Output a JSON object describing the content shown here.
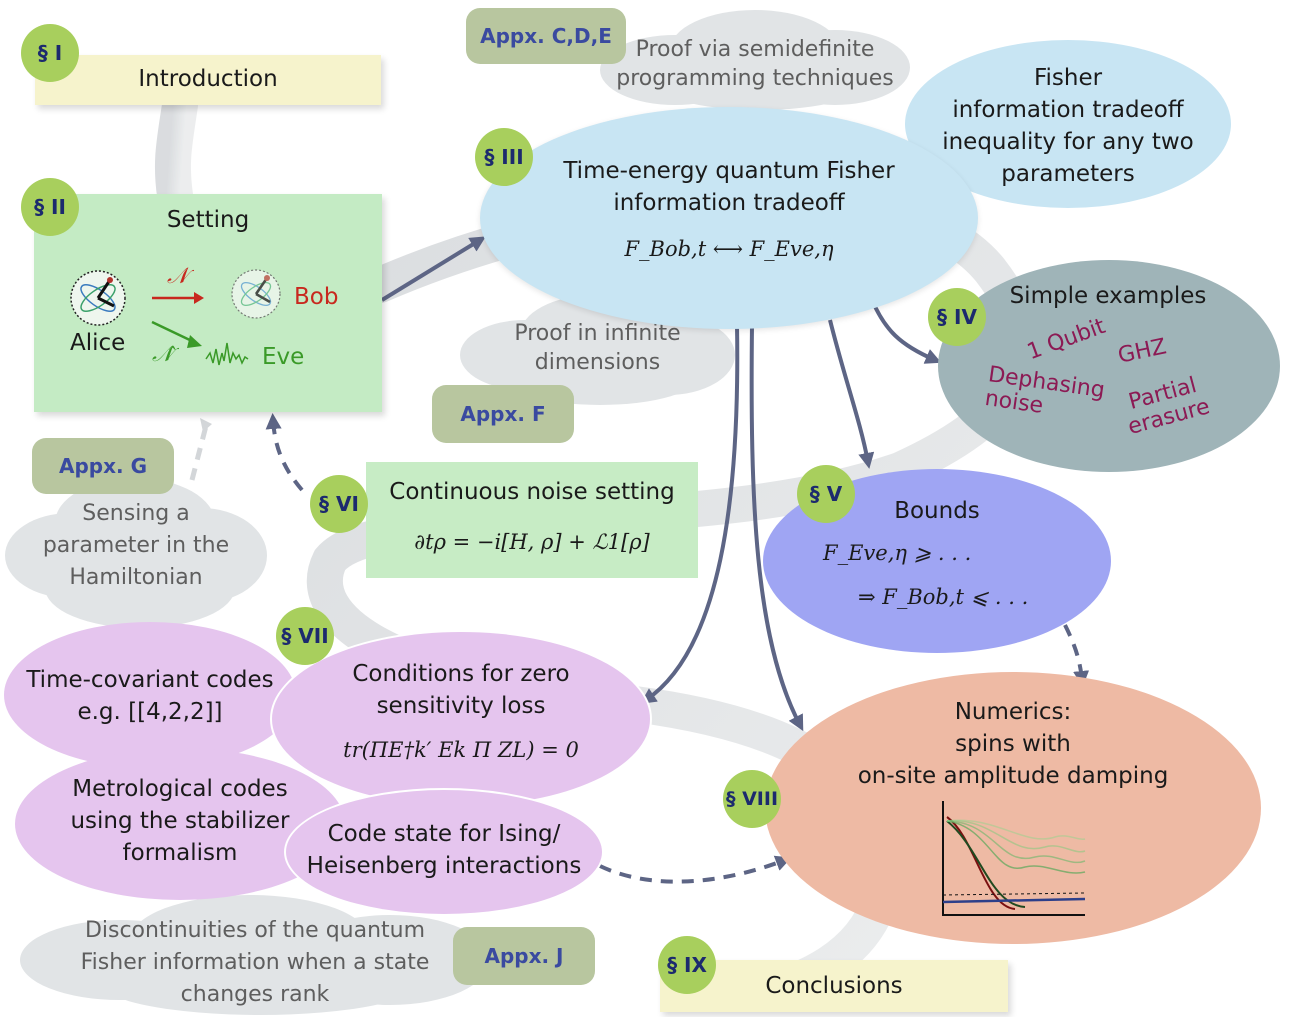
{
  "sections": {
    "s1": {
      "badge": "§ I",
      "title": "Introduction"
    },
    "s2": {
      "badge": "§ II",
      "title": "Setting",
      "channel_symbol": "𝒩",
      "complement_symbol": "𝒩̂",
      "alice": "Alice",
      "bob": "Bob",
      "eve": "Eve"
    },
    "s3": {
      "badge": "§ III",
      "title_line1": "Time-energy quantum Fisher",
      "title_line2": "information tradeoff",
      "formula": "F_Bob,t ⟷ F_Eve,η"
    },
    "s4": {
      "badge": "§ IV",
      "title": "Simple examples",
      "examples": [
        "1 Qubit",
        "GHZ",
        "Dephasing noise",
        "Partial erasure"
      ]
    },
    "s5": {
      "badge": "§ V",
      "title": "Bounds",
      "line1": "F_Eve,η ⩾ . . .",
      "line2": "⇒ F_Bob,t ⩽ . . ."
    },
    "s6": {
      "badge": "§ VI",
      "title": "Continuous noise setting",
      "formula": "∂tρ = −i[H, ρ] + ℒ1[ρ]"
    },
    "s7": {
      "badge": "§ VII",
      "title_line1": "Conditions for zero",
      "title_line2": "sensitivity loss",
      "formula": "tr(ΠE†k′ Ek Π ZL) = 0"
    },
    "s8": {
      "badge": "§ VIII",
      "line1": "Numerics:",
      "line2": "spins with",
      "line3": "on-site amplitude damping"
    },
    "s9": {
      "badge": "§ IX",
      "title": "Conclusions"
    }
  },
  "side_nodes": {
    "fisher_any_two": {
      "line1": "Fisher",
      "line2": "information tradeoff",
      "line3": "inequality for any two",
      "line4": "parameters"
    },
    "time_covariant": {
      "line1": "Time-covariant codes",
      "line2": "e.g. [[4,2,2]]"
    },
    "metrological": {
      "line1": "Metrological codes",
      "line2": "using the stabilizer",
      "line3": "formalism"
    },
    "code_state": {
      "line1": "Code state for Ising/",
      "line2": "Heisenberg interactions"
    }
  },
  "clouds": {
    "sdp": {
      "line1": "Proof via semidefinite",
      "line2": "programming techniques"
    },
    "infinite": {
      "line1": "Proof in infinite",
      "line2": "dimensions"
    },
    "sensing": {
      "line1": "Sensing a",
      "line2": "parameter in the",
      "line3": "Hamiltonian"
    },
    "discontinuities": {
      "line1": "Discontinuities of the quantum",
      "line2": "Fisher information when a state",
      "line3": "changes rank"
    }
  },
  "appendices": {
    "cde": "Appx. C,D,E",
    "f": "Appx. F",
    "g": "Appx. G",
    "j": "Appx. J"
  },
  "colors": {
    "badge": "#a8cf5d",
    "intro": "#f6f3cc",
    "setting": "#c4ebc4",
    "tradeoff": "#c8e5f3",
    "examples": "#9fb4b8",
    "bounds": "#9fa5f3",
    "noise_setting": "#c7ecc5",
    "codes": "#e5c5ee",
    "numerics": "#eebaa4",
    "arrow": "#5d6585",
    "cloud": "#e1e4e6",
    "appx": "#b8c69f"
  }
}
